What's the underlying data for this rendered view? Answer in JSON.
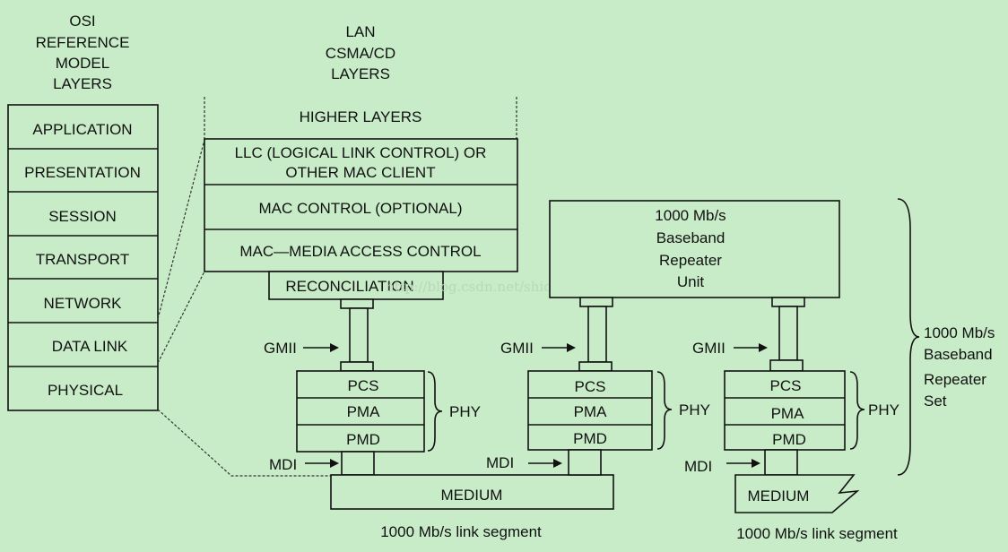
{
  "osi": {
    "title": [
      "OSI",
      "REFERENCE",
      "MODEL",
      "LAYERS"
    ],
    "layers": [
      "APPLICATION",
      "PRESENTATION",
      "SESSION",
      "TRANSPORT",
      "NETWORK",
      "DATA LINK",
      "PHYSICAL"
    ]
  },
  "lan": {
    "title": [
      "LAN",
      "CSMA/CD",
      "LAYERS"
    ],
    "higher_layers": "HIGHER LAYERS",
    "llc": [
      "LLC (LOGICAL LINK CONTROL) OR",
      "OTHER MAC CLIENT"
    ],
    "mac_control": "MAC CONTROL (OPTIONAL)",
    "mac": "MAC—MEDIA ACCESS CONTROL",
    "reconciliation": "RECONCILIATION"
  },
  "phy": {
    "sublayers": [
      "PCS",
      "PMA",
      "PMD"
    ],
    "label": "PHY",
    "gmii": "GMII",
    "mdi": "MDI"
  },
  "medium": "MEDIUM",
  "link_segment": "1000 Mb/s link segment",
  "repeater_unit": [
    "1000 Mb/s",
    "Baseband",
    "Repeater",
    "Unit"
  ],
  "repeater_set": [
    "1000 Mb/s",
    "Baseband",
    "Repeater",
    "Set"
  ],
  "watermark": "http://blog.csdn.net/shichaog"
}
